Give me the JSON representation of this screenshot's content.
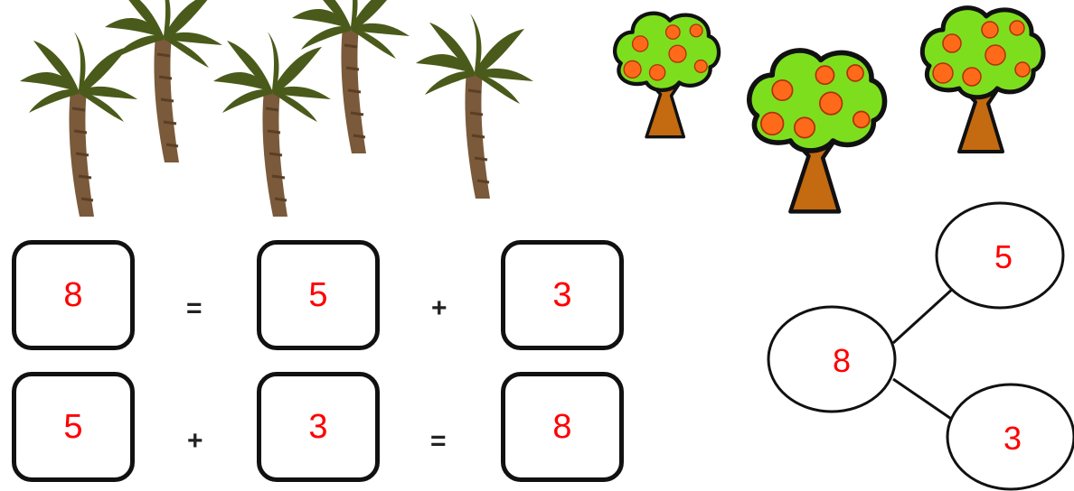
{
  "equations": [
    {
      "a": "8",
      "op1": "=",
      "b": "5",
      "op2": "+",
      "c": "3"
    },
    {
      "a": "5",
      "op1": "+",
      "b": "3",
      "op2": "=",
      "c": "8"
    }
  ],
  "number_bond": {
    "whole": "8",
    "part_top": "5",
    "part_bottom": "3"
  },
  "pictures": {
    "palm_trees": 5,
    "orange_trees": 3
  },
  "colors": {
    "number": "#ff0000",
    "palm_leaf": "#4a5a1a",
    "palm_trunk": "#7a5a3a",
    "canopy": "#7dde1e",
    "fruit": "#ff6a1a",
    "trunk": "#c46a10"
  }
}
